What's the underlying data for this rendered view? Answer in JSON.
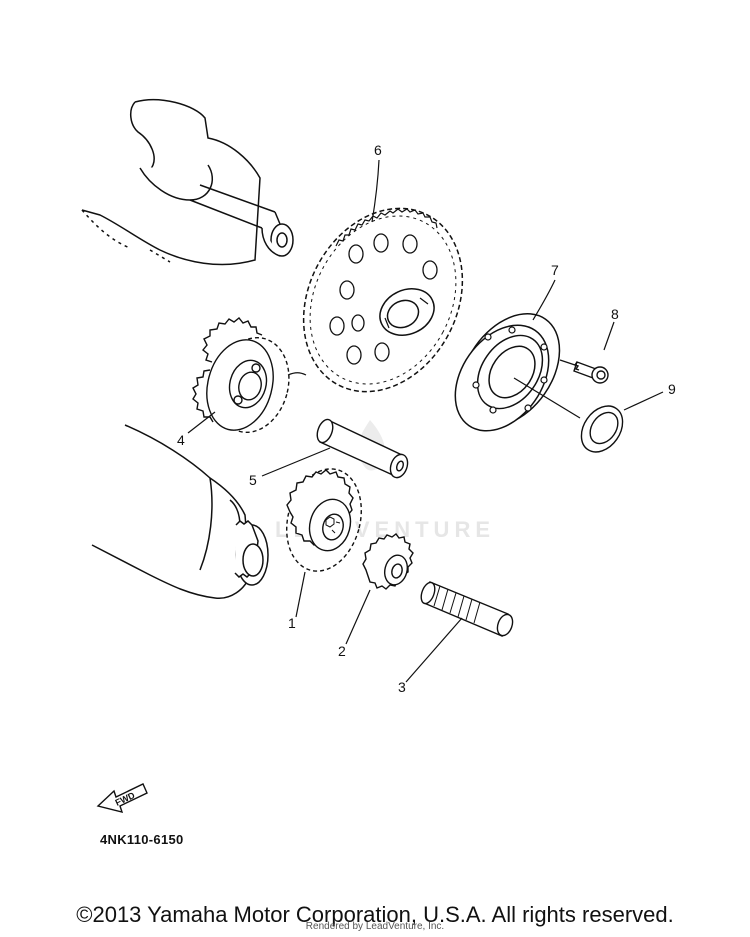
{
  "diagram": {
    "part_numbers": [
      "1",
      "2",
      "3",
      "4",
      "5",
      "6",
      "7",
      "8",
      "9"
    ],
    "fwd_label": "FWD",
    "code": "4NK110-6150",
    "watermark": "LEADVENTURE"
  },
  "footer": {
    "copyright": "©2013 Yamaha Motor Corporation, U.S.A. All rights reserved.",
    "rendered_by": "Rendered by LeadVenture, Inc."
  }
}
